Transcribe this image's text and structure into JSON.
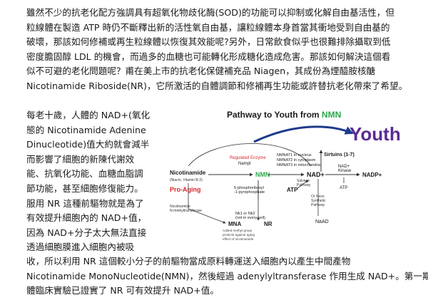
{
  "paragraph1": [
    "雖然不少的抗老化配方強調具有超氧化物歧化酶(SOD)的功能可以抑制或化解自由基活性，但",
    "粒線體在製造 ATP 時仍不斷釋出新的活性氧自由基，讓粒線體本身首當其衝地受到自由基的",
    "破壞，那該如何修補或再生粒線體以恢復其效能呢?另外，日常飲食似乎也很難排除攝取到低",
    "密度膽固醇 LDL 的機會，而過多的血糖也可能轉化形成糖化造成危害。那該如何解決這個看",
    "似不可避的老化問題呢？甫在美上市的抗老化保健補充品 Niagen，其成份為煙醯胺核醣",
    "Nicotinamide Riboside(NR)，它所激活的自體調節和修補再生功能或許替抗老化帶來了希望。"
  ],
  "paragraph2": [
    "每老十歲，人體的 NAD+(氧化",
    "態的 Nicotinamide Adenine",
    "Dinucleotide)值大約就會減半",
    "而影響了細胞的新陳代謝效",
    "能、抗氧化功能、血糖血脂調",
    "節功能，甚至細胞修復能力。",
    "服用 NR 這種前驅物就是為了",
    "有效提升細胞內的 NAD+值，",
    "因為 NAD+分子太大無法直接",
    "透過細胞膜進入細胞內被吸"
  ],
  "paragraph3": [
    "收，所以利用 NR 這個較小分子的前驅物當成原料轉運送入細胞內以產生中間產物",
    "Nicotinamide MonoNucleotide(NMN)，然後經過 adenylyltransferase 作用生成 NAD+。第一期人",
    "體臨床實驗已證實了 NR 可有效提升 NAD+值。"
  ],
  "diagram": {
    "title_prefix": "Pathway to Youth from ",
    "title_highlight": "NMN",
    "youth": "Youth",
    "sirtuins": "Sirtuins (1-7)",
    "nicotinamide": "Nicotinamide",
    "nicotinamide_sub": "(Niacin, Vitamin B-3)",
    "pro_aging": "Pro-Aging",
    "regulated_enzyme": "Regulated Enzyme",
    "nampt": "Nampt",
    "nmn": "NMN",
    "nmnat_lines": [
      "NMNAT1 in nucleus",
      "NMNAT2 in cytoplasm",
      "NMNAT3 in mitochondria"
    ],
    "nad": "NAD+",
    "nad_kinase": [
      "NAD+",
      "Kinase"
    ],
    "nadp": "NADP+",
    "atp_right": "ATP",
    "atp_mid": "ATP",
    "salvage": [
      "Salvage",
      "Pathway"
    ],
    "denovo": [
      "Or Novo",
      "Synthetic",
      "Pathway"
    ],
    "nad_small": "NaAD",
    "ppi": [
      "5-phosphoribosyl",
      "-1-pyrophosphate"
    ],
    "nk": [
      "Nk1 or Nk2",
      "(not in every cell)"
    ],
    "mna": "MNA",
    "mna_note": [
      "Added methyl group",
      "protects against aging",
      "effect of nicotinamide"
    ],
    "nicotinamide_n": [
      "Nicotinamide",
      "N-methyltransferase"
    ],
    "nr": "NR",
    "colors": {
      "youth": "#5b2a93",
      "nmn": "#2ea84a",
      "pro_aging": "#d6262a",
      "regulated": "#d6262a",
      "nad": "#1a1a1a",
      "arrow": "#333333"
    }
  }
}
